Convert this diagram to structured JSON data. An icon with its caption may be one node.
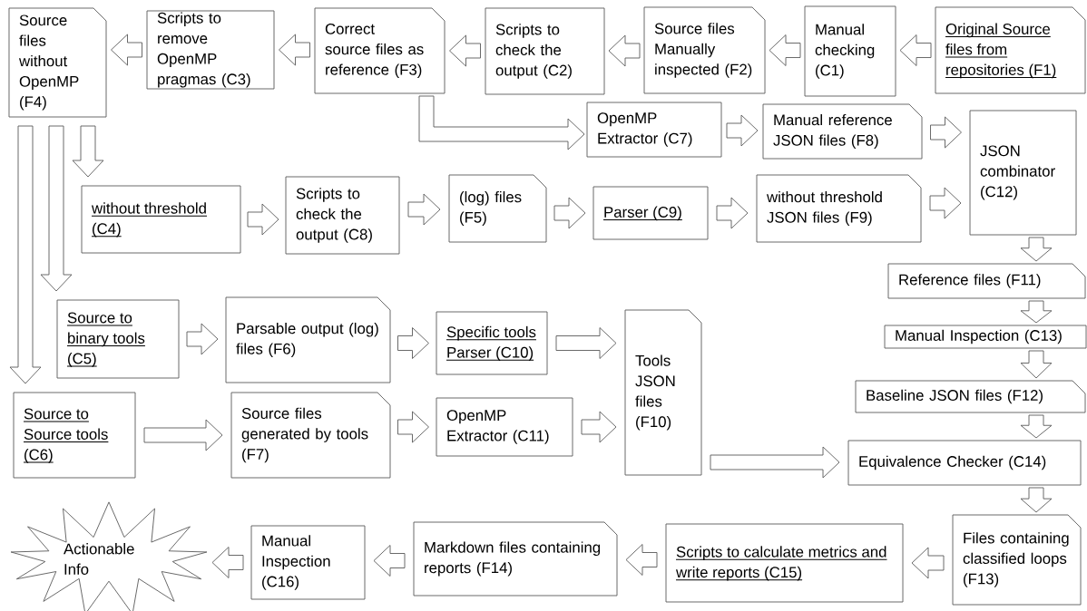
{
  "diagram": {
    "nodes": [
      {
        "text": [
          "Original Source files from repositories (F1)"
        ]
      },
      {
        "text": [
          "Manual checking (C1)"
        ]
      },
      {
        "text": [
          "Source files Manually inspected (F2)"
        ]
      },
      {
        "text": [
          "Scripts to check the output (C2)"
        ]
      },
      {
        "text": [
          "Correct source files as reference (F3)"
        ]
      },
      {
        "text": [
          "Scripts to remove OpenMP pragmas (C3)"
        ]
      },
      {
        "text": [
          "Source files without OpenMP (F4)"
        ]
      },
      {
        "text": [
          "OpenMP Extractor (C7)"
        ]
      },
      {
        "text": [
          "Manual reference JSON files (F8)"
        ]
      },
      {
        "text": [
          "JSON combinator (C12)"
        ]
      },
      {
        "text": [
          "without threshold (C4)"
        ]
      },
      {
        "text": [
          "Scripts to check the output (C8)"
        ]
      },
      {
        "text": [
          "(log) files (F5)"
        ]
      },
      {
        "text": [
          "Parser (C9)"
        ]
      },
      {
        "text": [
          "without threshold JSON files (F9)"
        ]
      },
      {
        "text": [
          "Reference files (F11)"
        ]
      },
      {
        "text": [
          "Manual Inspection (C13)"
        ]
      },
      {
        "text": [
          "Baseline JSON files (F12)"
        ]
      },
      {
        "text": [
          "Source to binary tools (C5)"
        ]
      },
      {
        "text": [
          "Parsable output (log) files (F6)"
        ]
      },
      {
        "text": [
          "Specific tools Parser (C10)"
        ]
      },
      {
        "text": [
          "Tools JSON files (F10)"
        ]
      },
      {
        "text": [
          "Source to Source tools (C6)"
        ]
      },
      {
        "text": [
          "Source files generated by tools (F7)"
        ]
      },
      {
        "text": [
          "OpenMP Extractor (C11)"
        ]
      },
      {
        "text": [
          "Equivalence Checker (C14)"
        ]
      },
      {
        "text": [
          "Files containing classified loops (F13)"
        ]
      },
      {
        "text": [
          "Scripts to calculate metrics and write reports (C15)"
        ]
      },
      {
        "text": [
          "Markdown files containing reports (F14)"
        ]
      },
      {
        "text": [
          "Manual Inspection (C16)"
        ]
      },
      {
        "text": [
          "Actionable Info"
        ]
      }
    ],
    "edges": [
      {
        "from": 0,
        "to": 1,
        "arrow": "to"
      },
      {
        "from": 1,
        "to": 2,
        "arrow": "to"
      },
      {
        "from": 2,
        "to": 3,
        "arrow": "to"
      },
      {
        "from": 3,
        "to": 4,
        "arrow": "to"
      },
      {
        "from": 4,
        "to": 5,
        "arrow": "to"
      },
      {
        "from": 5,
        "to": 6,
        "arrow": "to"
      },
      {
        "from": 4,
        "to": 7,
        "arrow": "to"
      },
      {
        "from": 7,
        "to": 8,
        "arrow": "to"
      },
      {
        "from": 8,
        "to": 9,
        "arrow": "to"
      },
      {
        "from": 14,
        "to": 9,
        "arrow": "to"
      },
      {
        "from": 6,
        "to": 10,
        "arrow": "to"
      },
      {
        "from": 6,
        "to": 18,
        "arrow": "to"
      },
      {
        "from": 6,
        "to": 22,
        "arrow": "to"
      },
      {
        "from": 10,
        "to": 11,
        "arrow": "to"
      },
      {
        "from": 11,
        "to": 12,
        "arrow": "to"
      },
      {
        "from": 12,
        "to": 13,
        "arrow": "to"
      },
      {
        "from": 13,
        "to": 14,
        "arrow": "to"
      },
      {
        "from": 9,
        "to": 15,
        "arrow": "to"
      },
      {
        "from": 15,
        "to": 16,
        "arrow": "to"
      },
      {
        "from": 16,
        "to": 17,
        "arrow": "to"
      },
      {
        "from": 17,
        "to": 25,
        "arrow": "to"
      },
      {
        "from": 18,
        "to": 19,
        "arrow": "to"
      },
      {
        "from": 19,
        "to": 20,
        "arrow": "to"
      },
      {
        "from": 20,
        "to": 21,
        "arrow": "to"
      },
      {
        "from": 22,
        "to": 23,
        "arrow": "to"
      },
      {
        "from": 23,
        "to": 24,
        "arrow": "to"
      },
      {
        "from": 24,
        "to": 21,
        "arrow": "to"
      },
      {
        "from": 21,
        "to": 25,
        "arrow": "to"
      },
      {
        "from": 25,
        "to": 26,
        "arrow": "to"
      },
      {
        "from": 26,
        "to": 27,
        "arrow": "to"
      },
      {
        "from": 27,
        "to": 28,
        "arrow": "to"
      },
      {
        "from": 28,
        "to": 29,
        "arrow": "to"
      },
      {
        "from": 29,
        "to": 30,
        "arrow": "to"
      }
    ]
  }
}
